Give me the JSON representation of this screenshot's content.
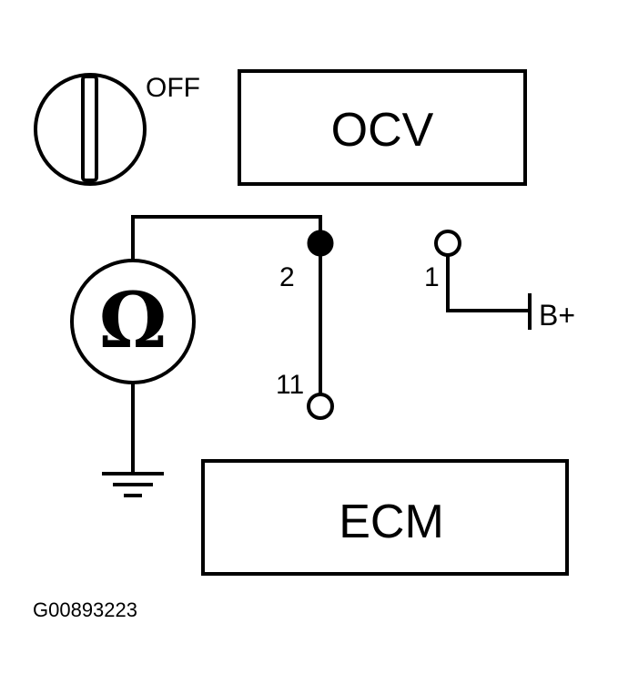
{
  "diagram": {
    "switch_state": "OFF",
    "ocv_label": "OCV",
    "ecm_label": "ECM",
    "meter_symbol": "Ω",
    "pin_2": "2",
    "pin_11": "11",
    "pin_1": "1",
    "battery_label": "B+",
    "figure_id": "G00893223"
  }
}
